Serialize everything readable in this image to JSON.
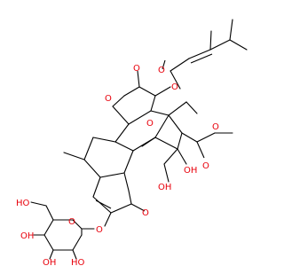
{
  "molecule": {
    "atom_labels": [
      {
        "id": "o-ester-carbonyl-top",
        "text": "O",
        "color": "#e8000b"
      },
      {
        "id": "o-lactone-ring",
        "text": "O",
        "color": "#e8000b"
      },
      {
        "id": "o-lactone-carbonyl",
        "text": "O",
        "color": "#e8000b"
      },
      {
        "id": "o-ester-link",
        "text": "O",
        "color": "#e8000b"
      },
      {
        "id": "o-ether-bridge",
        "text": "O",
        "color": "#e8000b"
      },
      {
        "id": "o-methyl-ester-carbonyl",
        "text": "O",
        "color": "#e8000b"
      },
      {
        "id": "o-methyl-ester",
        "text": "O",
        "color": "#e8000b"
      },
      {
        "id": "oh-ring-1",
        "text": "OH",
        "color": "#e8000b"
      },
      {
        "id": "oh-ring-2",
        "text": "OH",
        "color": "#e8000b"
      },
      {
        "id": "o-ketone",
        "text": "O",
        "color": "#e8000b"
      },
      {
        "id": "o-glycoside-link",
        "text": "O",
        "color": "#e8000b"
      },
      {
        "id": "o-sugar-ring",
        "text": "O",
        "color": "#e8000b"
      },
      {
        "id": "oh-sugar-ch2",
        "text": "HO",
        "color": "#e8000b"
      },
      {
        "id": "oh-sugar-1",
        "text": "OH",
        "color": "#e8000b"
      },
      {
        "id": "oh-sugar-2",
        "text": "OH",
        "color": "#e8000b"
      },
      {
        "id": "oh-sugar-3",
        "text": "HO",
        "color": "#e8000b"
      }
    ]
  }
}
